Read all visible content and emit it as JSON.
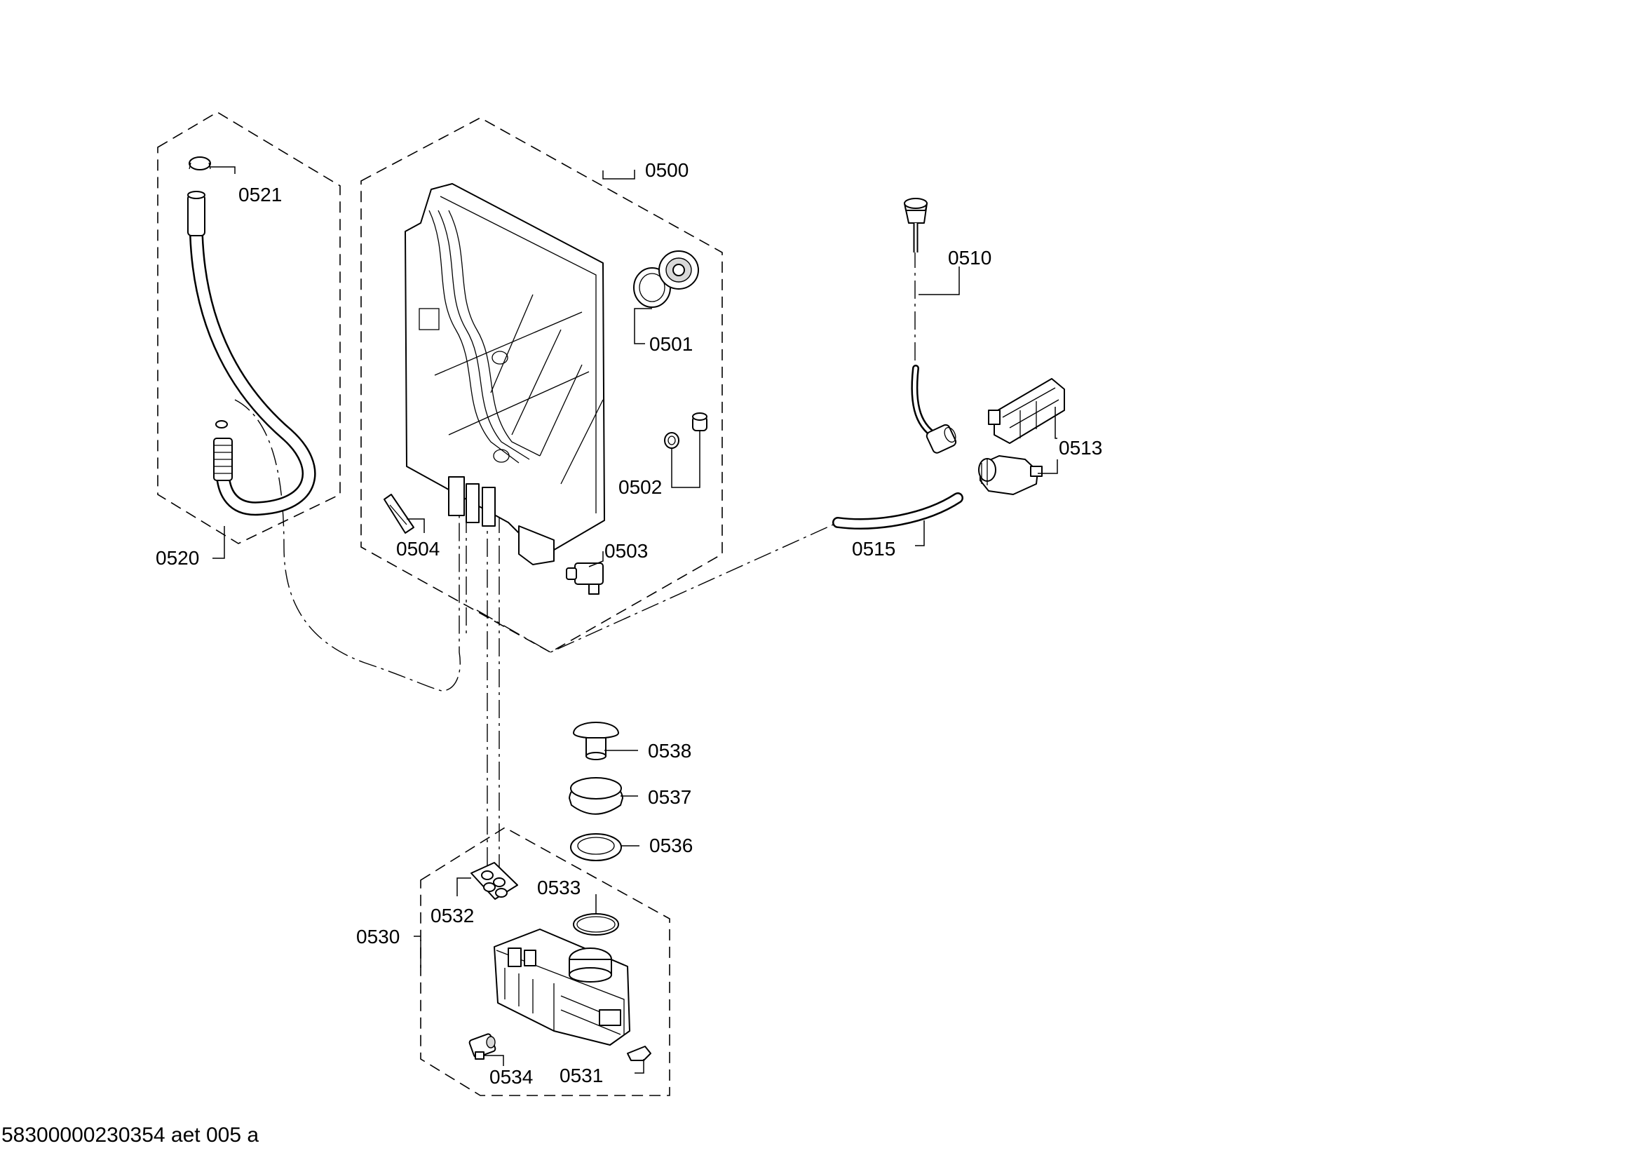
{
  "labels": {
    "p0500": "0500",
    "p0501": "0501",
    "p0502": "0502",
    "p0503": "0503",
    "p0504": "0504",
    "p0510": "0510",
    "p0513": "0513",
    "p0515": "0515",
    "p0520": "0520",
    "p0521": "0521",
    "p0530": "0530",
    "p0531": "0531",
    "p0532": "0532",
    "p0533": "0533",
    "p0534": "0534",
    "p0536": "0536",
    "p0537": "0537",
    "p0538": "0538"
  },
  "footer": {
    "drawing_id": "58300000230354 aet 005 a"
  }
}
